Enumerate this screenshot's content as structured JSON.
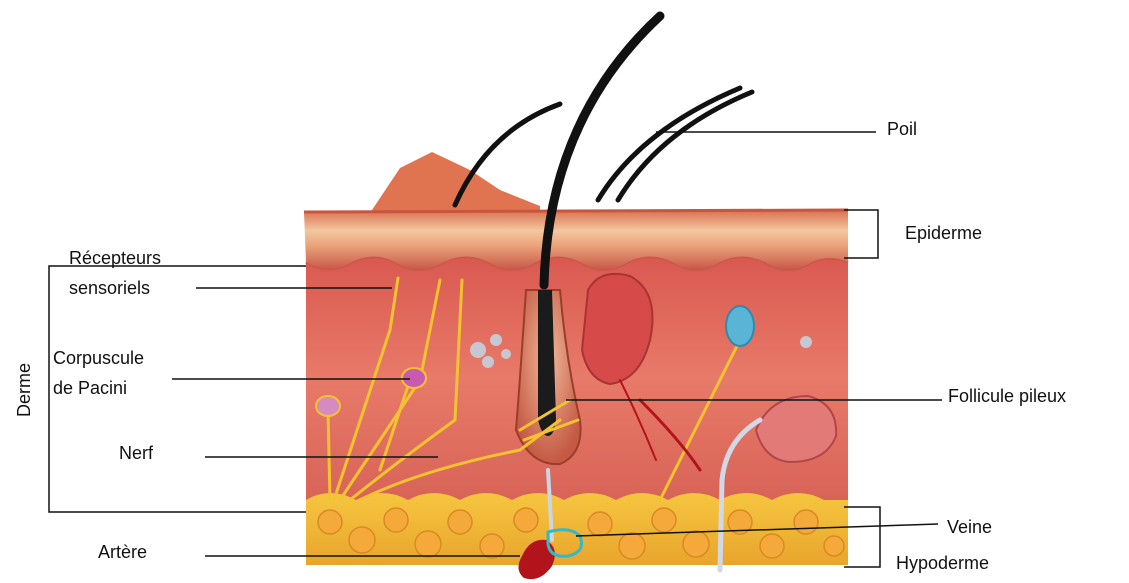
{
  "diagram": {
    "labels": {
      "poil": "Poil",
      "epiderme": "Epiderme",
      "recepteurs": "Récepteurs\nsensoriels",
      "corpuscule": "Corpuscule\nde Pacini",
      "derme": "Derme",
      "follicule": "Follicule pileux",
      "nerf": "Nerf",
      "veine": "Veine",
      "artere": "Artère",
      "hypoderme": "Hypoderme"
    }
  },
  "colors": {
    "epidermis": "#e9a27a",
    "dermis": "#e56b5f",
    "hypodermis_fat": "#f0b43a",
    "nerve": "#f2c230",
    "hair": "#111111",
    "vein": "#33b8c8",
    "artery": "#b3141b"
  },
  "icons": [
    "skin-cross-section-illustration"
  ]
}
